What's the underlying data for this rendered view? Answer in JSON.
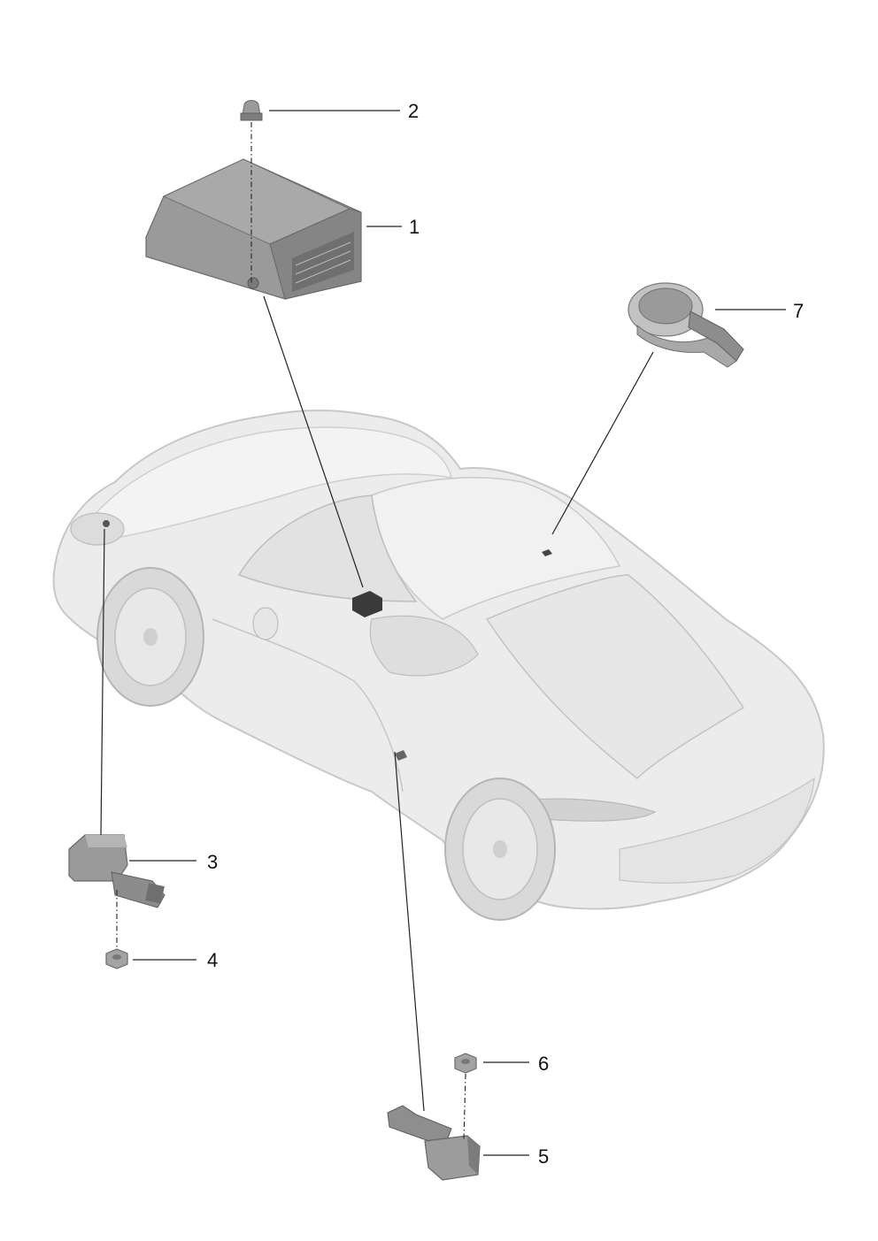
{
  "diagram": {
    "callouts": [
      "1",
      "2",
      "3",
      "4",
      "5",
      "6",
      "7"
    ],
    "parts": [
      {
        "number": "1",
        "name": "control-unit",
        "icon": "control-unit-icon"
      },
      {
        "number": "2",
        "name": "screw",
        "icon": "screw-icon"
      },
      {
        "number": "3",
        "name": "front-sensor",
        "icon": "sensor-icon"
      },
      {
        "number": "4",
        "name": "nut",
        "icon": "nut-icon"
      },
      {
        "number": "5",
        "name": "side-sensor",
        "icon": "sensor-icon"
      },
      {
        "number": "6",
        "name": "nut",
        "icon": "nut-icon"
      },
      {
        "number": "7",
        "name": "clock-spring",
        "icon": "clock-spring-icon"
      }
    ],
    "colors": {
      "background": "#ffffff",
      "car_body": "#ececec",
      "car_outline": "#c8c8c8",
      "part_dark": "#8f8f8f",
      "part_mid": "#b3b3b3",
      "part_light": "#d4d4d4",
      "line": "#222222"
    }
  }
}
